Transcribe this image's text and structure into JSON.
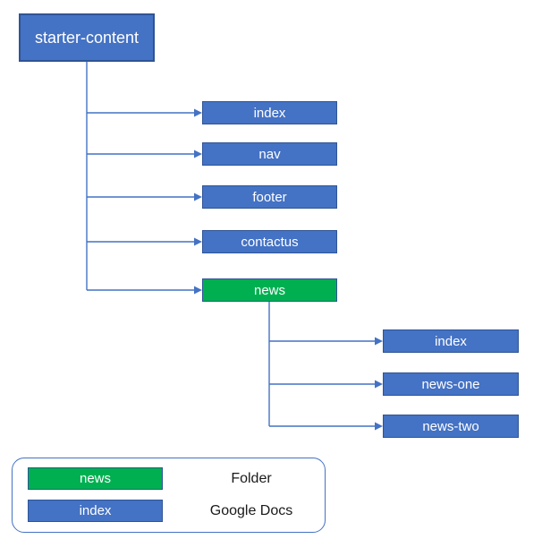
{
  "colors": {
    "doc_fill": "#4472C4",
    "doc_border": "#2F5496",
    "folder_fill": "#00B050",
    "folder_border": "#2F5496",
    "connector": "#4472C4",
    "text_on_box": "#FFFFFF",
    "legend_border": "#4472C4",
    "legend_text": "#1a1a1a"
  },
  "tree": {
    "root": {
      "label": "starter-content",
      "type": "folder"
    },
    "children": [
      {
        "label": "index",
        "type": "google-doc"
      },
      {
        "label": "nav",
        "type": "google-doc"
      },
      {
        "label": "footer",
        "type": "google-doc"
      },
      {
        "label": "contactus",
        "type": "google-doc"
      },
      {
        "label": "news",
        "type": "folder"
      }
    ],
    "news_children": [
      {
        "label": "index",
        "type": "google-doc"
      },
      {
        "label": "news-one",
        "type": "google-doc"
      },
      {
        "label": "news-two",
        "type": "google-doc"
      }
    ]
  },
  "legend": {
    "items": [
      {
        "box_label": "news",
        "box_type": "folder",
        "description": "Folder"
      },
      {
        "box_label": "index",
        "box_type": "google-doc",
        "description": "Google Docs"
      }
    ]
  }
}
